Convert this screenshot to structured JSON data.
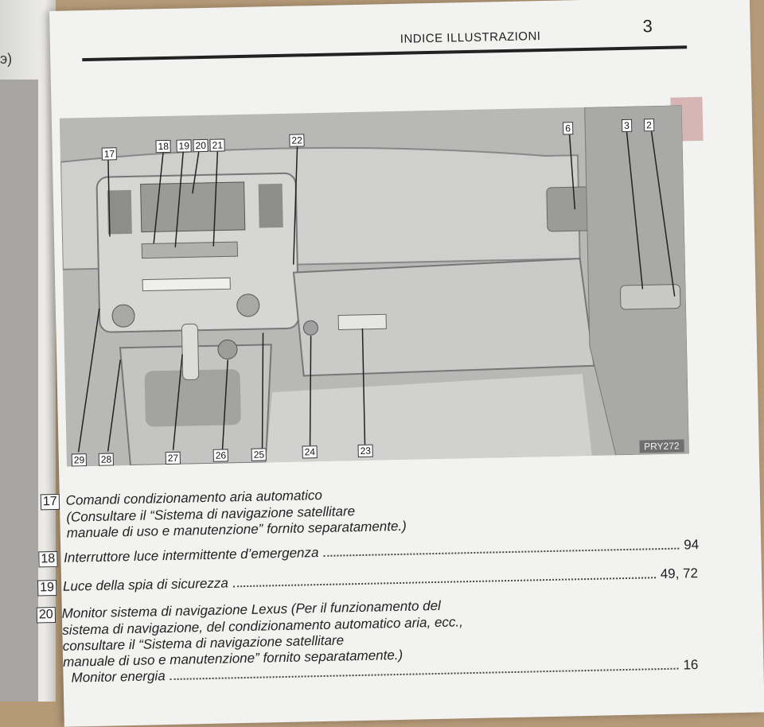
{
  "left_fragment": "э)",
  "header": {
    "title": "INDICE ILLUSTRAZIONI",
    "page_number": "3"
  },
  "figure": {
    "id": "PRY272",
    "callouts": [
      "17",
      "18",
      "19",
      "20",
      "21",
      "22",
      "6",
      "3",
      "2",
      "29",
      "28",
      "27",
      "26",
      "25",
      "24",
      "23"
    ]
  },
  "entries": [
    {
      "num": "17",
      "lines": [
        "Comandi condizionamento aria automatico",
        "(Consultare il “Sistema di navigazione satellitare",
        "manuale di uso e manutenzione” fornito separatamente.)"
      ]
    },
    {
      "num": "18",
      "text": "Interruttore luce intermittente d’emergenza",
      "page": "94"
    },
    {
      "num": "19",
      "text": "Luce della spia di sicurezza",
      "page": "49, 72"
    },
    {
      "num": "20",
      "lines": [
        "Monitor sistema di navigazione Lexus (Per il funzionamento del",
        "sistema di navigazione, del condizionamento automatico aria, ecc.,",
        "consultare il “Sistema di navigazione satellitare",
        "manuale di uso e manutenzione” fornito separatamente.)"
      ],
      "sub": {
        "text": "Monitor energia",
        "page": "16"
      }
    }
  ]
}
